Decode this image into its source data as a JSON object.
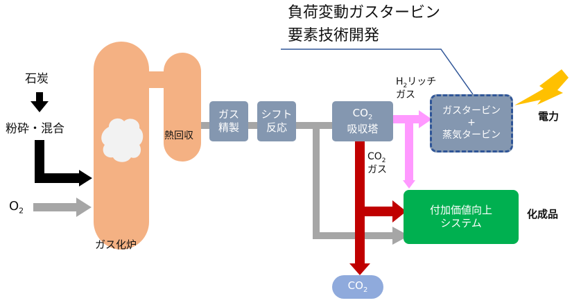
{
  "title": {
    "line1": "負荷変動ガスタービン",
    "line2": "要素技術開発"
  },
  "inputs": {
    "coal": "石炭",
    "prep": "粉砕・混合",
    "oxygen": "O",
    "oxygen_sub": "2"
  },
  "units": {
    "gasifier": "ガス化炉",
    "heat_recovery": "熱回収",
    "gas_purification": [
      "ガス",
      "精製"
    ],
    "shift_reaction": [
      "シフト",
      "反応"
    ],
    "co2_absorber": {
      "co": "CO",
      "sub": "2",
      "suffix": "吸収塔"
    },
    "turbine": [
      "ガスタービン",
      "+",
      "蒸気タービン"
    ],
    "value_system": [
      "付加価値向上",
      "システム"
    ],
    "co2_out": {
      "co": "CO",
      "sub": "2"
    }
  },
  "flow_labels": {
    "h2_gas": {
      "h": "H",
      "sub": "2",
      "suffix": "リッチ",
      "line2": "ガス"
    },
    "co2_gas": {
      "co": "CO",
      "sub": "2",
      "line2": "ガス"
    }
  },
  "outputs": {
    "power": "電力",
    "chemicals": "化成品"
  },
  "colors": {
    "gasifier": "#f4b183",
    "process_box": "#8497b0",
    "turbine_border": "#2f5597",
    "chem_system": "#00b050",
    "co2_out": "#8faadc",
    "syngas_line": "#a6a6a6",
    "co2_line": "#c00000",
    "h2_line": "#ff99ff",
    "power_bolt": "#ffc000"
  },
  "icons": {
    "power": "lightning-bolt-icon",
    "slag": "cloud-icon"
  }
}
